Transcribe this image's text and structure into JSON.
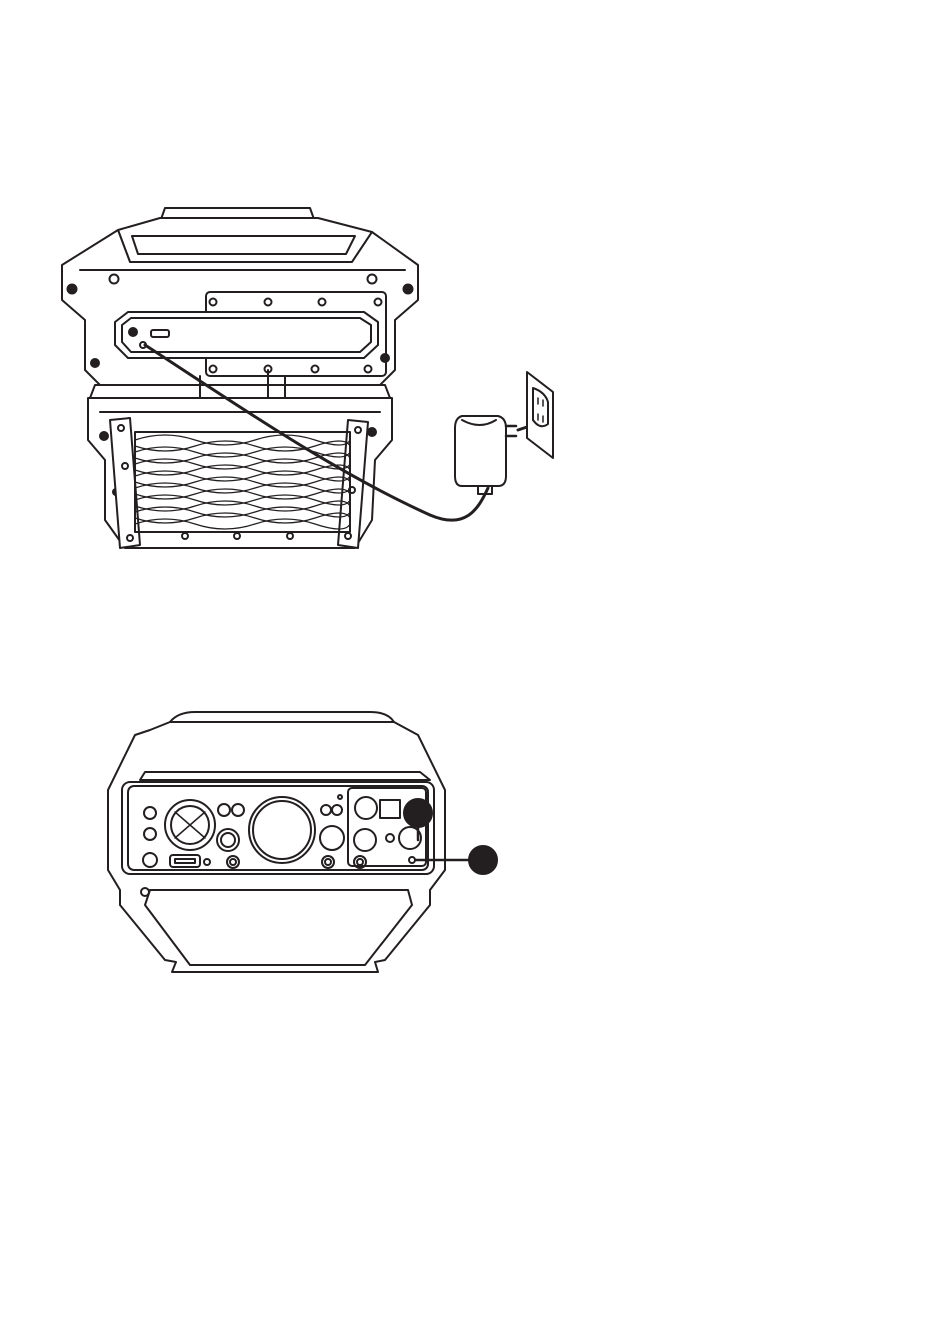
{
  "diagram": {
    "figures": [
      {
        "name": "speaker-rear-power-connection",
        "parts": [
          "speaker-rear",
          "dc-input-jack",
          "power-cord",
          "ac-adapter",
          "wall-outlet"
        ]
      },
      {
        "name": "speaker-top-control-panel",
        "parts": [
          "control-panel",
          "power-button-callout",
          "power-led-callout"
        ]
      }
    ],
    "callouts": [
      {
        "label": ""
      },
      {
        "label": ""
      }
    ],
    "colors": {
      "line": "#231f20",
      "fill": "#ffffff"
    }
  }
}
